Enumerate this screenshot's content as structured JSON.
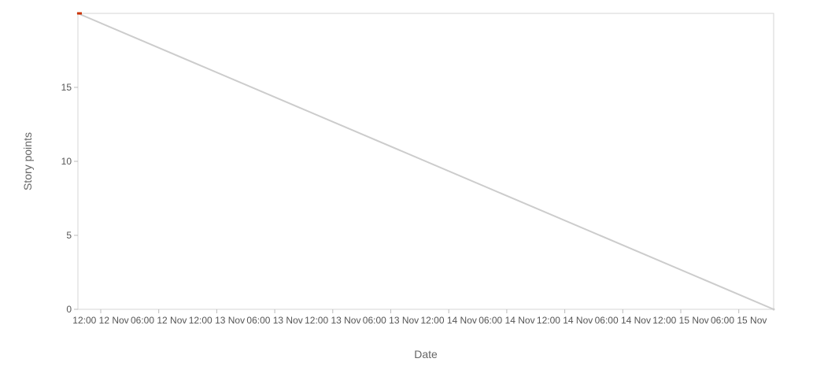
{
  "chart_data": {
    "type": "line",
    "title": "",
    "xlabel": "Date",
    "ylabel": "Story points",
    "ylim": [
      0,
      20
    ],
    "y_ticks": [
      0,
      5,
      10,
      15
    ],
    "x_tick_labels": [
      "12:00 12 Nov",
      "06:00 12 Nov",
      "12:00 13 Nov",
      "06:00 13 Nov",
      "12:00 13 Nov",
      "06:00 13 Nov",
      "12:00 14 Nov",
      "06:00 14 Nov",
      "12:00 14 Nov",
      "06:00 14 Nov",
      "12:00 15 Nov",
      "06:00 15 Nov"
    ],
    "grid": false,
    "series": [
      {
        "values": [
          20,
          0
        ],
        "color": "#cccccc"
      }
    ],
    "start_marker_color": "#cc3300"
  }
}
